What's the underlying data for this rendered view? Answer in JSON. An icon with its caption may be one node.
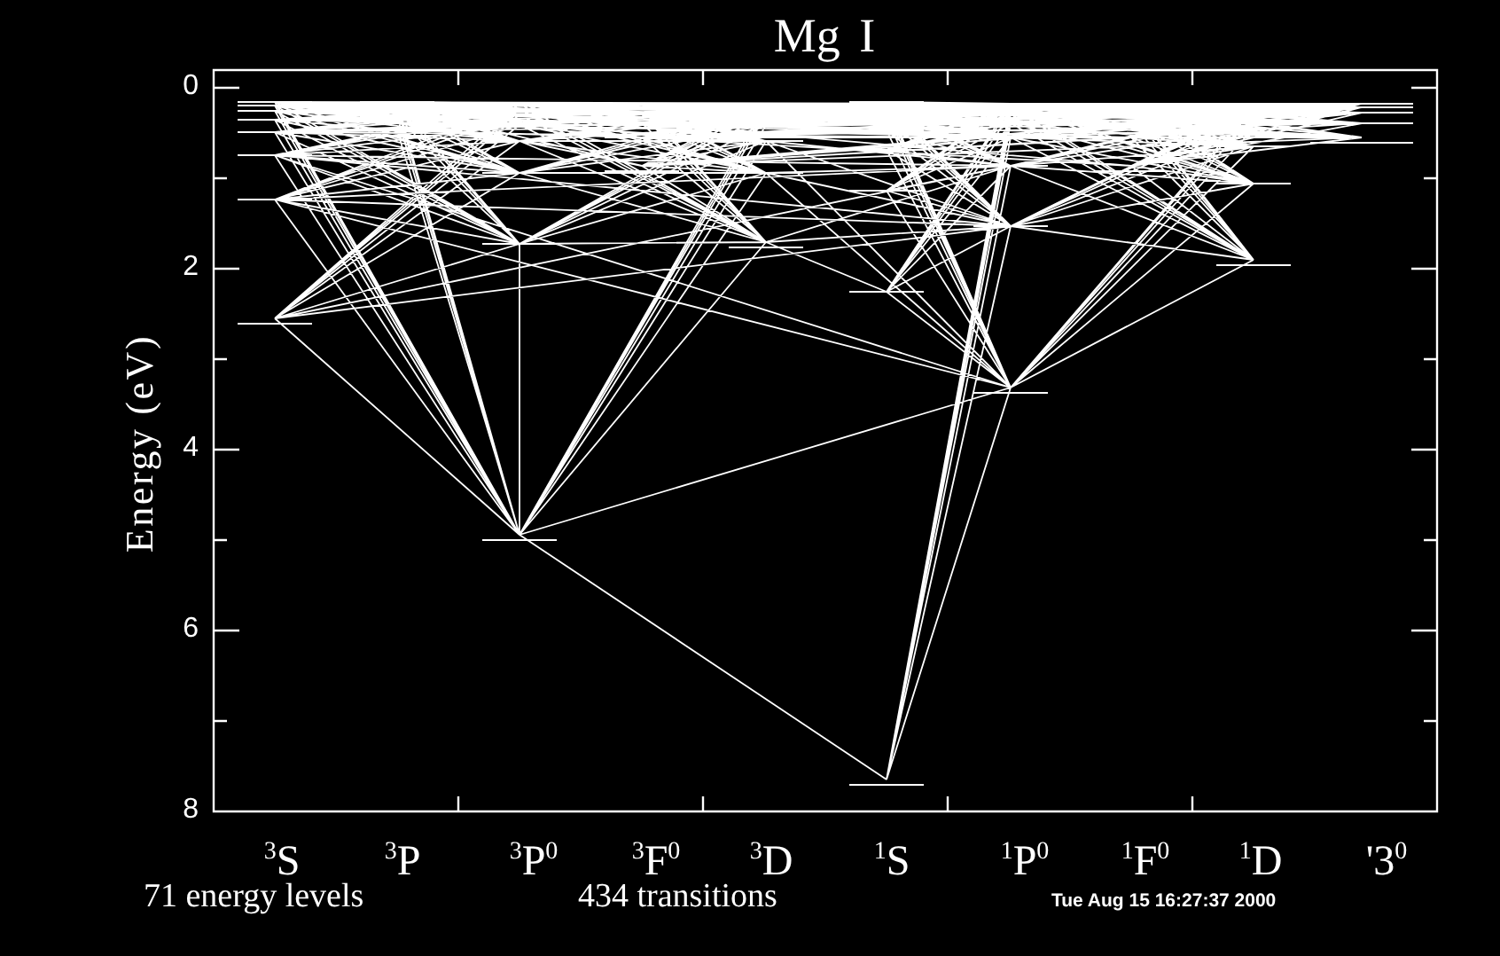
{
  "diagram": {
    "title": "Mg I",
    "labels": [
      "0",
      "2",
      "4",
      "6",
      "8",
      "Energy (eV)",
      "$^{3}$S",
      "$^{3}$P",
      "$^{3}$P$^{0}$",
      "$^{3}$F$^{0}$",
      "$^{3}$D",
      "$^{1}$S",
      "$^{1}$P$^{0}$",
      "$^{1}$F$^{0}$",
      "$^{1}$D",
      "'3$^{0}$",
      "71 energy levels",
      "434 transitions",
      "Tue Aug 15 16:27:37 2000"
    ]
  }
}
